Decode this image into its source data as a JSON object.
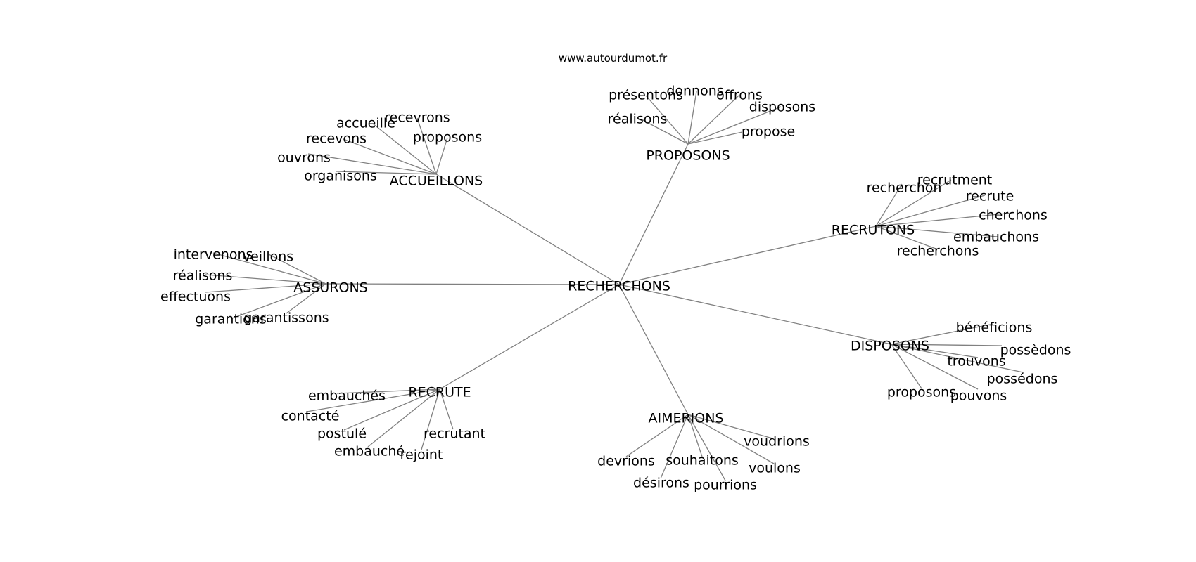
{
  "site": "www.autourdumot.fr",
  "center": {
    "label": "RECHERCHONS"
  },
  "clusters": [
    {
      "hub": "ACCUEILLONS",
      "leaves": [
        "accueille",
        "recevrons",
        "recevons",
        "proposons",
        "ouvrons",
        "organisons"
      ]
    },
    {
      "hub": "PROPOSONS",
      "leaves": [
        "présentons",
        "donnons",
        "offrons",
        "disposons",
        "réalisons",
        "propose"
      ]
    },
    {
      "hub": "RECRUTONS",
      "leaves": [
        "recherchon",
        "recrutment",
        "recrute",
        "cherchons",
        "embauchons",
        "recherchons"
      ]
    },
    {
      "hub": "ASSURONS",
      "leaves": [
        "intervenons",
        "veillons",
        "réalisons",
        "effectuons",
        "garantions",
        "garantissons"
      ]
    },
    {
      "hub": "DISPOSONS",
      "leaves": [
        "bénéficions",
        "possèdons",
        "trouvons",
        "possédons",
        "pouvons",
        "proposons"
      ]
    },
    {
      "hub": "RECRUTE",
      "leaves": [
        "embauchés",
        "contacté",
        "postulé",
        "recrutant",
        "embauché",
        "rejoint"
      ]
    },
    {
      "hub": "AIMERIONS",
      "leaves": [
        "voudrions",
        "devrions",
        "souhaitons",
        "voulons",
        "désirons",
        "pourrions"
      ]
    }
  ]
}
